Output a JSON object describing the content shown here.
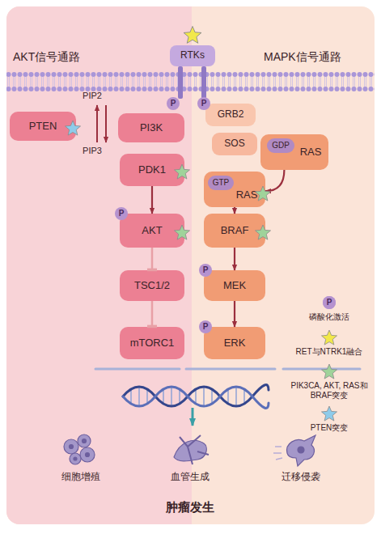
{
  "diagram": {
    "nodes": [
      {
        "text": [
          "RTKs"
        ]
      },
      {
        "text": [
          "PTEN"
        ]
      },
      {
        "text": [
          "PI3K"
        ]
      },
      {
        "text": [
          "GRB2"
        ]
      },
      {
        "text": [
          "SOS"
        ]
      },
      {
        "text": [
          "RAS"
        ]
      },
      {
        "text": [
          "GDP"
        ],
        "in": 5
      },
      {
        "text": [
          "PDK1"
        ]
      },
      {
        "text": [
          "RAS"
        ]
      },
      {
        "text": [
          "GTP"
        ],
        "in": 8
      },
      {
        "text": [
          "AKT"
        ]
      },
      {
        "text": [
          "BRAF"
        ]
      },
      {
        "text": [
          "TSC1/2"
        ]
      },
      {
        "text": [
          "MEK"
        ]
      },
      {
        "text": [
          "mTORC1"
        ]
      },
      {
        "text": [
          "ERK"
        ]
      }
    ],
    "edges": [
      {
        "from": 7,
        "to": 10,
        "arrow": "to"
      },
      {
        "from": 10,
        "to": 12,
        "arrow": "to"
      },
      {
        "from": 12,
        "to": 14,
        "arrow": "to"
      },
      {
        "from": 5,
        "to": 8,
        "arrow": "to"
      },
      {
        "from": 8,
        "to": 11,
        "arrow": "to"
      },
      {
        "from": 11,
        "to": 13,
        "arrow": "to"
      },
      {
        "from": 13,
        "to": 15,
        "arrow": "to"
      }
    ],
    "labels": [
      "AKT信号通路",
      "MAPK信号通路",
      "PIP2",
      "PIP3",
      "P",
      "P",
      "P",
      "P",
      "P",
      "P",
      "细胞增殖",
      "血管生成",
      "迁移侵袭",
      "肿瘤发生"
    ],
    "legend": [
      {
        "text": "磷酸化激活",
        "color": "#b592cf"
      },
      {
        "text": "RET与NTRK1融合",
        "color": "#f2e84a"
      },
      {
        "text": "PIK3CA, AKT, RAS和BRAF突变",
        "color": "#9fd39a"
      },
      {
        "text": "PTEN突变",
        "color": "#8ecbea"
      }
    ]
  }
}
